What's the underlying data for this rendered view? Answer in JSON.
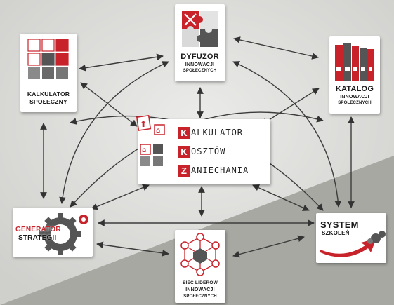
{
  "nodes": {
    "dyfuzor": {
      "line1": "DYFUZOR",
      "line2": "INNOWACJI",
      "line3": "SPOŁECZNYCH"
    },
    "kalkulator_spoleczny": {
      "line1": "KALKULATOR",
      "line2": "SPOŁECZNY"
    },
    "katalog": {
      "line1": "KATALOG",
      "line2": "INNOWACJI",
      "line3": "SPOŁECZNYCH"
    },
    "kkz": {
      "row1": {
        "initial": "K",
        "rest": "ALKULATOR"
      },
      "row2": {
        "initial": "K",
        "rest": "OSZTÓW"
      },
      "row3": {
        "initial": "Z",
        "rest": "ANIECHANIA"
      }
    },
    "generator": {
      "line1": "GENERATOR",
      "line2": "STRATEGII"
    },
    "system": {
      "line1": "SYSTEM",
      "line2": "SZKOLEŃ"
    },
    "siec": {
      "line1": "SIEĆ LIDERÓW",
      "line2": "INNOWACJI",
      "line3": "SPOŁECZNYCH"
    }
  },
  "colors": {
    "accent_red": "#c8232b",
    "dark_gray": "#555555",
    "light_gray": "#9a9a9a",
    "background": "#dddddb",
    "background_dark": "#a9a9a4"
  }
}
